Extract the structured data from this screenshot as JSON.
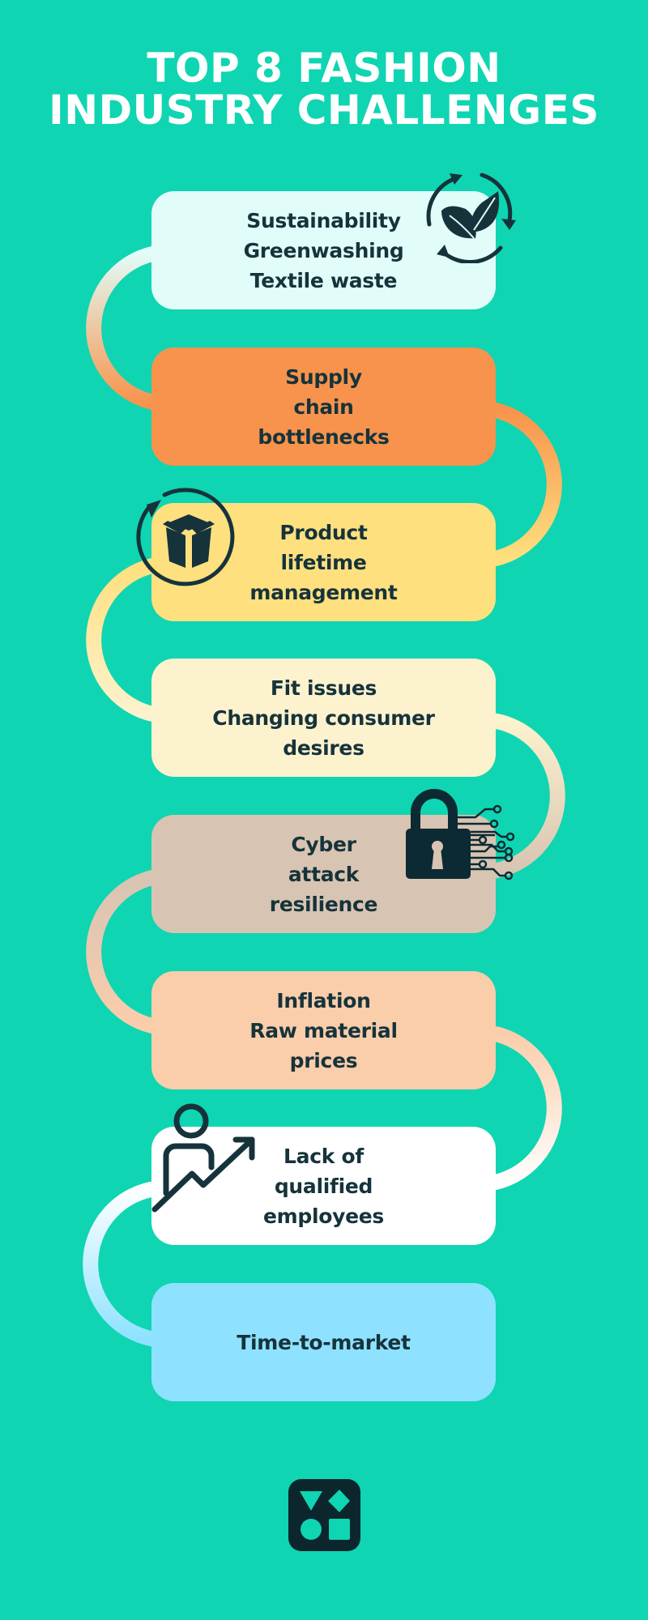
{
  "title": {
    "line1": "TOP 8 FASHION",
    "line2": "INDUSTRY CHALLENGES"
  },
  "colors": {
    "background": "#0fd5b2",
    "text_dark": "#16333b",
    "icon_dark": "#0c2a33",
    "title_text": "#ffffff"
  },
  "cards": [
    {
      "lines": [
        "Sustainability",
        "Greenwashing",
        "Textile waste"
      ],
      "color": "#e2fdf9",
      "icon": "recycle-leaf-icon"
    },
    {
      "lines": [
        "Supply",
        "chain",
        "bottlenecks"
      ],
      "color": "#f7934c",
      "icon": null
    },
    {
      "lines": [
        "Product",
        "lifetime",
        "management"
      ],
      "color": "#fee07f",
      "icon": "box-cycle-icon"
    },
    {
      "lines": [
        "Fit issues",
        "Changing consumer",
        "desires"
      ],
      "color": "#fdf2ce",
      "icon": null
    },
    {
      "lines": [
        "Cyber",
        "attack",
        "resilience"
      ],
      "color": "#d8c4b3",
      "icon": "circuit-lock-icon"
    },
    {
      "lines": [
        "Inflation",
        "Raw material",
        "prices"
      ],
      "color": "#facdab",
      "icon": null
    },
    {
      "lines": [
        "Lack of",
        "qualified",
        "employees"
      ],
      "color": "#ffffff",
      "icon": "person-growth-icon"
    },
    {
      "lines": [
        "Time-to-market"
      ],
      "color": "#8ee2ff",
      "icon": null
    }
  ],
  "logo": {
    "icon": "shapes-logo-icon"
  }
}
